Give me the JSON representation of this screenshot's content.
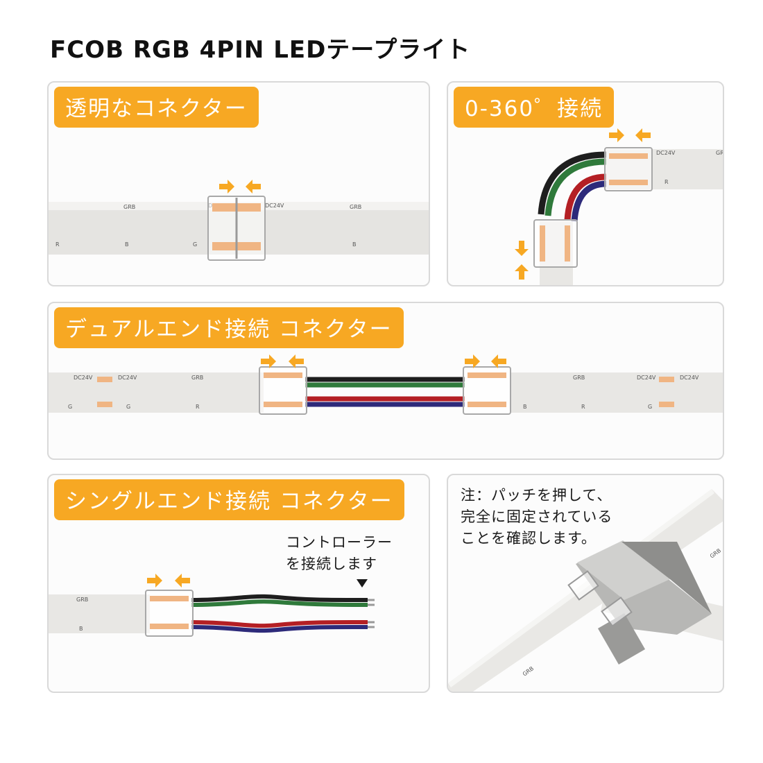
{
  "title": "FCOB RGB 4PIN LEDテープライト",
  "panels": {
    "transparent": {
      "label": "透明なコネクター"
    },
    "rotate": {
      "label": "0-360゜接続"
    },
    "dual": {
      "label": "デュアルエンド接続 コネクター"
    },
    "single": {
      "label": "シングルエンド接続 コネクター",
      "controller_line1": "コントローラー",
      "controller_line2": "を接続します"
    },
    "note": {
      "line1": "注：パッチを押して、",
      "line2": "完全に固定されている",
      "line3": "ことを確認します。"
    }
  },
  "strip_marks": {
    "dc24v": "DC24V",
    "grb": "GRB",
    "r": "R",
    "g": "G",
    "b": "B"
  },
  "colors": {
    "accent": "#f7a823",
    "strip": "#ecebe8",
    "wire_black": "#1e1e1e",
    "wire_green": "#2f7a3b",
    "wire_red": "#b41f24",
    "wire_blue": "#2d2a7a"
  }
}
